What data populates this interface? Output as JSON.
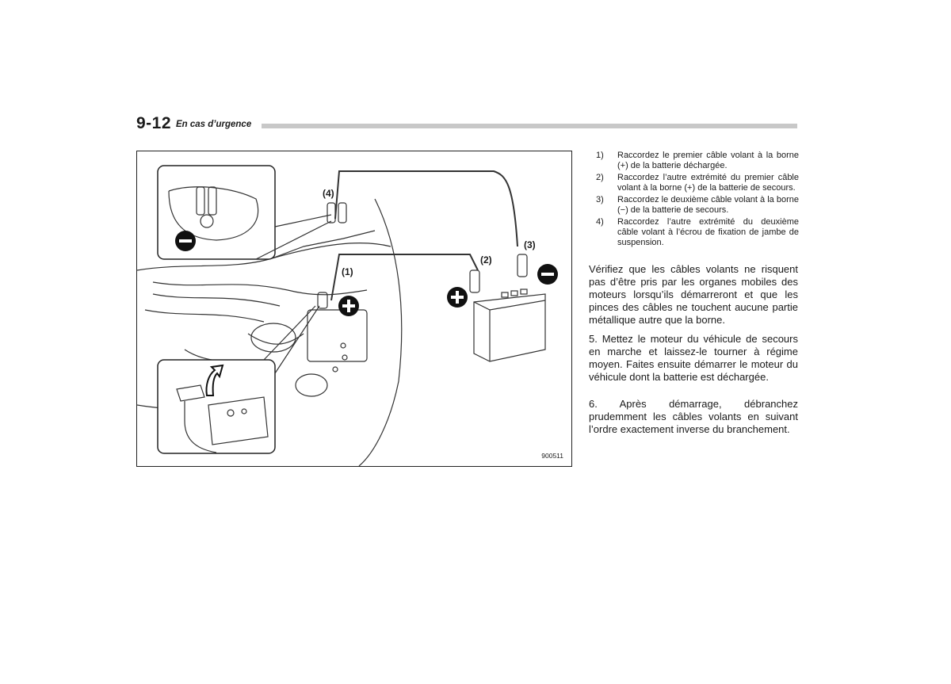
{
  "header": {
    "page_number": "9-12",
    "section": "En cas d’urgence"
  },
  "figure": {
    "labels": {
      "l1": "(1)",
      "l2": "(2)",
      "l3": "(3)",
      "l4": "(4)"
    },
    "code": "900511",
    "icons": [
      "minus-icon",
      "plus-icon",
      "arrow-up-icon"
    ]
  },
  "steps": [
    {
      "num": "1)",
      "text": "Raccordez le premier câble volant à la borne (+) de la batterie déchargée."
    },
    {
      "num": "2)",
      "text": "Raccordez l’autre extrémité du premier câble volant à la borne (+) de la batterie de secours."
    },
    {
      "num": "3)",
      "text": "Raccordez le deuxième câble volant à la borne (−) de la batterie de secours."
    },
    {
      "num": "4)",
      "text": "Raccordez l’autre extrémité du deuxième câble volant à l’écrou de fixation de jambe de suspension."
    }
  ],
  "paragraphs": {
    "p1": "Vérifiez que les câbles volants ne risquent pas d’être pris par les organes mobiles des moteurs lorsqu’ils démarreront et que les pinces des câbles ne touchent aucune partie métallique autre que la borne.",
    "p2": "5. Mettez le moteur du véhicule de secours en marche et laissez-le tourner à régime moyen. Faites ensuite démarrer le moteur du véhicule dont la batterie est déchargée.",
    "p3": "6. Après démarrage, débranchez prudemment les câbles volants en suivant l’ordre exactement inverse du branchement."
  }
}
